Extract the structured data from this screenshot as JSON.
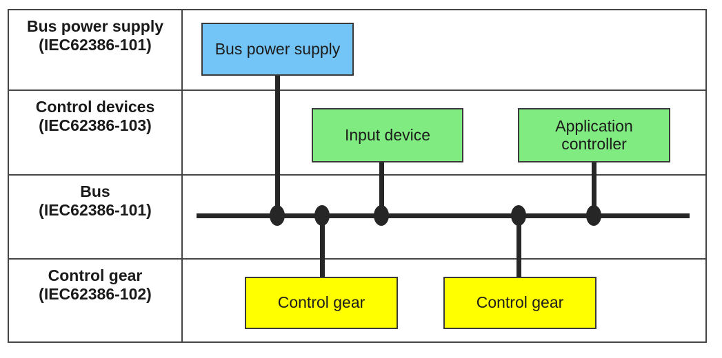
{
  "rows": [
    {
      "label": "Bus power supply\n(IEC62386-101)"
    },
    {
      "label": "Control devices\n(IEC62386-103)"
    },
    {
      "label": "Bus\n(IEC62386-101)"
    },
    {
      "label": "Control gear\n(IEC62386-102)"
    }
  ],
  "nodes": {
    "bus_power_supply": {
      "label": "Bus power supply",
      "color": "#74C5F7"
    },
    "input_device": {
      "label": "Input device",
      "color": "#80EB80"
    },
    "application_controller": {
      "label": "Application\ncontroller",
      "color": "#80EB80"
    },
    "control_gear_1": {
      "label": "Control gear",
      "color": "#FFFF00"
    },
    "control_gear_2": {
      "label": "Control gear",
      "color": "#FFFF00"
    }
  },
  "colors": {
    "bus_line": "#262626",
    "grid_border": "#454545",
    "node_border": "#3A3A3A",
    "text": "#1A1A1A"
  }
}
